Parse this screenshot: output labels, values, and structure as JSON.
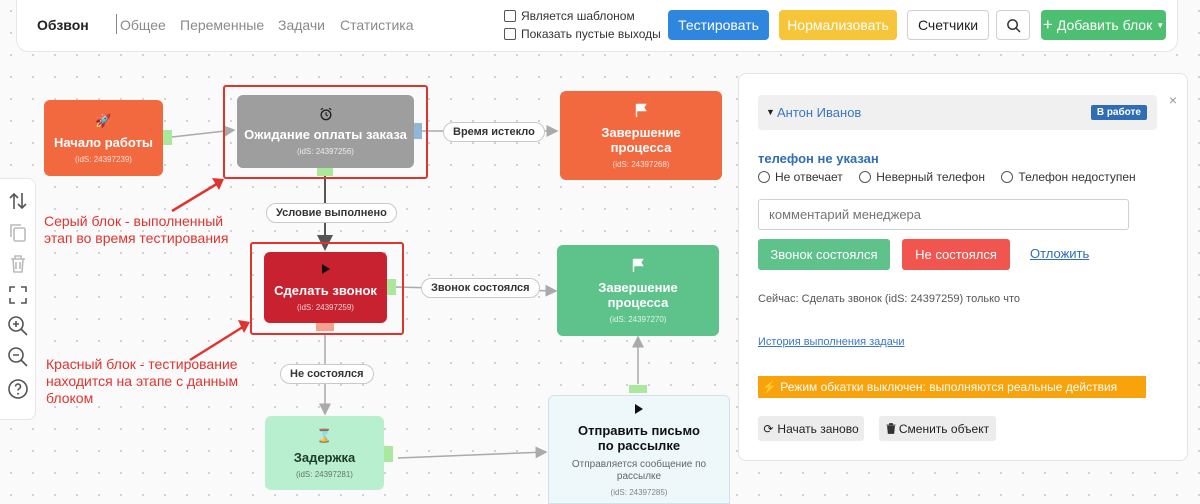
{
  "header": {
    "tabs": [
      {
        "label": "Обзвон",
        "active": true
      },
      {
        "label": "Общее"
      },
      {
        "label": "Переменные"
      },
      {
        "label": "Задачи"
      },
      {
        "label": "Статистика"
      }
    ],
    "checkboxes": [
      {
        "label": "Является шаблоном",
        "checked": false
      },
      {
        "label": "Показать пустые выходы",
        "checked": false
      }
    ],
    "buttons": {
      "test": "Тестировать",
      "normalize": "Нормализовать",
      "counters": "Счетчики",
      "add_block": "Добавить блок"
    },
    "icons": {
      "search": "search-icon",
      "add": "plus-icon",
      "dropdown": "caret-down-icon"
    }
  },
  "toolbar": {
    "icons": [
      "sort-arrows-icon",
      "copy-icon",
      "trash-icon",
      "fit-screen-icon",
      "zoom-in-icon",
      "zoom-out-icon",
      "help-icon"
    ]
  },
  "flow": {
    "blocks": {
      "start": {
        "title": "Начало работы",
        "ids": "(idS: 24397239)",
        "icon": "rocket-icon"
      },
      "wait": {
        "title": "Ожидание оплаты заказа",
        "ids": "(idS: 24397256)",
        "icon": "alarm-clock-icon"
      },
      "end1": {
        "title": "Завершение процесса",
        "ids": "(idS: 24397268)",
        "icon": "flag-icon"
      },
      "call": {
        "title": "Сделать звонок",
        "ids": "(idS: 24397259)",
        "icon": "play-icon"
      },
      "end2": {
        "title": "Завершение процесса",
        "ids": "(idS: 24397270)",
        "icon": "flag-icon"
      },
      "delay": {
        "title": "Задержка",
        "ids": "(idS: 24397281)",
        "icon": "hourglass-icon"
      },
      "mail": {
        "title": "Отправить письмо по рассылке",
        "subtitle": "Отправляется сообщение по рассылке",
        "ids": "(idS: 24397285)",
        "icon": "play-icon"
      }
    },
    "edge_labels": {
      "timeout": "Время истекло",
      "condition": "Условие выполнено",
      "call_ok": "Звонок состоялся",
      "call_fail": "Не состоялся"
    },
    "annotations": {
      "gray": "Серый блок - выполненный этап во время тестирования",
      "red": "Красный блок - тестирование находится на этапе с данным блоком"
    },
    "colors": {
      "start": "#f2683f",
      "done": "#9e9e9e",
      "active": "#c8212f",
      "end": "#5ec38a",
      "delay": "#b8f0cf",
      "highlight": "#e0342f"
    }
  },
  "panel": {
    "contact_name": "Антон Иванов",
    "status_badge": "В работе",
    "close": "×",
    "phone_status": "телефон не указан",
    "radio_options": [
      "Не отвечает",
      "Неверный телефон",
      "Телефон недоступен"
    ],
    "comment_placeholder": "комментарий менеджера",
    "btn_success": "Звонок состоялся",
    "btn_fail": "Не состоялся",
    "btn_postpone": "Отложить",
    "current_step": "Сейчас: Сделать звонок (idS: 24397259) только что",
    "history_link": "История выполнения задачи",
    "warning": "⚡ Режим обкатки выключен: выполняются реальные действия",
    "btn_restart": "Начать заново",
    "btn_change": "Сменить объект"
  }
}
